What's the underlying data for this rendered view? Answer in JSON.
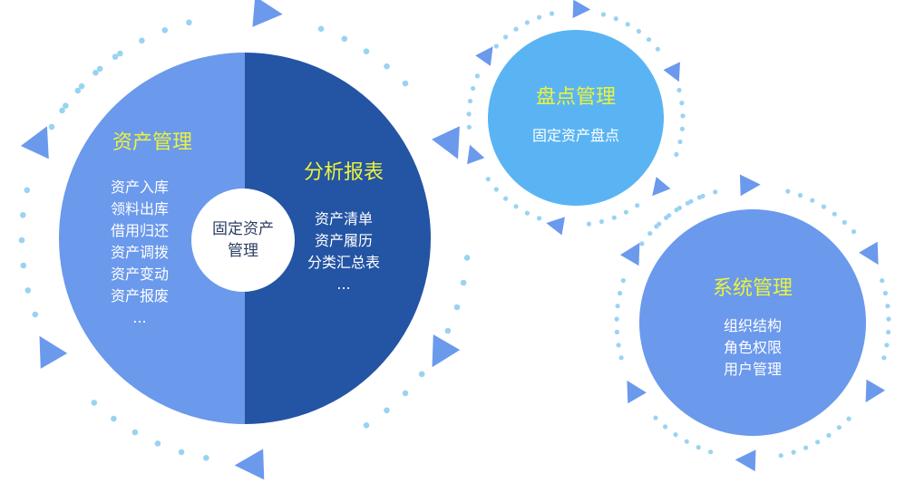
{
  "colors": {
    "light_blue": "#6b99ec",
    "dark_blue": "#2454a4",
    "sky_blue": "#5ab4f3",
    "white": "#ffffff",
    "title_yellow": "#ecf33a",
    "dot": "#9ad3f2",
    "triangle": "#6b99ec"
  },
  "asset_circle": {
    "left_title": "资产管理",
    "left_items": [
      "资产入库",
      "领料出库",
      "借用归还",
      "资产调拨",
      "资产变动",
      "资产报废",
      "..."
    ],
    "right_title": "分析报表",
    "right_items": [
      "资产清单",
      "资产履历",
      "分类汇总表",
      "..."
    ],
    "center_lines": [
      "固定资产",
      "管理"
    ]
  },
  "inventory_circle": {
    "title": "盘点管理",
    "items": [
      "固定资产盘点"
    ]
  },
  "system_circle": {
    "title": "系统管理",
    "items": [
      "组织结构",
      "角色权限",
      "用户管理"
    ]
  }
}
